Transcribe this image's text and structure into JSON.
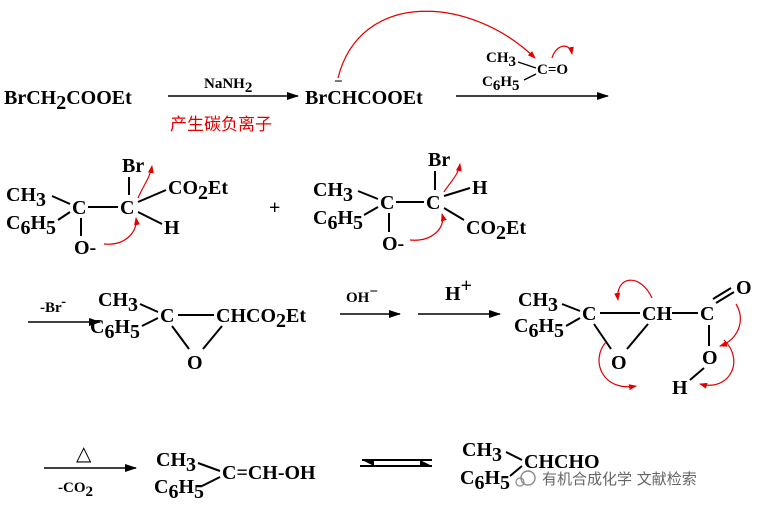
{
  "colors": {
    "text": "#000000",
    "annotation": "#e00000",
    "watermark": "#666666",
    "arrow_head": "#000000"
  },
  "row1": {
    "reactant": {
      "a": "BrCH",
      "s1": "2",
      "b": "COOEt"
    },
    "reagent": {
      "a": "NaNH",
      "s1": "2"
    },
    "carbanion_label": "产生碳负离子",
    "carbanion": {
      "a": "Br",
      "b": "CHCOOEt",
      "charge": "−"
    },
    "ketone": {
      "ch3_a": "CH",
      "ch3_s": "3",
      "ph_a": "C",
      "ph_s1": "6",
      "ph_b": "H",
      "ph_s2": "5",
      "carbonyl": "C=O"
    }
  },
  "row2": {
    "left": {
      "br": "Br",
      "ch3_a": "CH",
      "ch3_s": "3",
      "ph_a": "C",
      "ph_s1": "6",
      "ph_b": "H",
      "ph_s2": "5",
      "c1": "C",
      "c2": "C",
      "ester_a": "CO",
      "ester_s": "2",
      "ester_b": "Et",
      "h": "H",
      "ox": "O-"
    },
    "plus": "+",
    "right": {
      "br": "Br",
      "ch3_a": "CH",
      "ch3_s": "3",
      "ph_a": "C",
      "ph_s1": "6",
      "ph_b": "H",
      "ph_s2": "5",
      "c1": "C",
      "c2": "C",
      "h": "H",
      "ester_a": "CO",
      "ester_s": "2",
      "ester_b": "Et",
      "ox": "O-"
    }
  },
  "row3": {
    "step1_label": "-Br",
    "step1_sup": "-",
    "epoxide": {
      "ch3_a": "CH",
      "ch3_s": "3",
      "ph_a": "C",
      "ph_s1": "6",
      "ph_b": "H",
      "ph_s2": "5",
      "c": "C",
      "chain_a": "CHCO",
      "chain_s": "2",
      "chain_b": "Et",
      "o": "O"
    },
    "base": "OH",
    "base_sup": "−",
    "acid": "H",
    "acid_sup": "+",
    "acid_epoxide": {
      "ch3_a": "CH",
      "ch3_s": "3",
      "ph_a": "C",
      "ph_s1": "6",
      "ph_b": "H",
      "ph_s2": "5",
      "c": "C",
      "ch": "CH",
      "carb_c": "C",
      "carb_o": "O",
      "ring_o": "O",
      "oh_o": "O",
      "oh_h": "H"
    }
  },
  "row4": {
    "heat": "△",
    "loss_a": "-CO",
    "loss_s": "2",
    "enol": {
      "ch3_a": "CH",
      "ch3_s": "3",
      "ph_a": "C",
      "ph_s1": "6",
      "ph_b": "H",
      "ph_s2": "5",
      "rest": "C=CH-OH"
    },
    "aldehyde": {
      "ch3_a": "CH",
      "ch3_s": "3",
      "ph_a": "C",
      "ph_s1": "6",
      "ph_b": "H",
      "ph_s2": "5",
      "rest": "CHCHO"
    }
  },
  "watermark": "有机合成化学 文献检索"
}
